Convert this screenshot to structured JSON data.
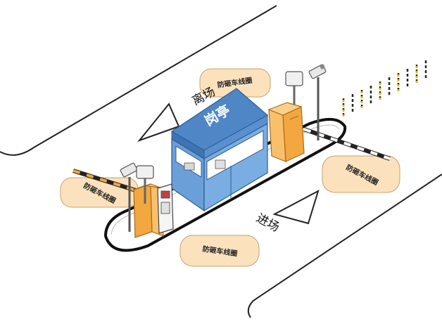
{
  "labels": {
    "booth": "岗亭",
    "entry": "进场",
    "exit": "离场",
    "zone": "防砸车线圈"
  },
  "colors": {
    "booth_blue": "#6a9fd8",
    "booth_roof": "#4f86c6",
    "barrier_orange": "#f3a740",
    "loop_fill": "#fbe2bd",
    "loop_stroke": "#c8a070",
    "road_line": "#222222"
  },
  "icons": {
    "camera": "camera-icon",
    "barrier_gate": "barrier-gate-icon",
    "ticket_machine": "ticket-machine-icon",
    "bollard": "bollard-icon"
  }
}
